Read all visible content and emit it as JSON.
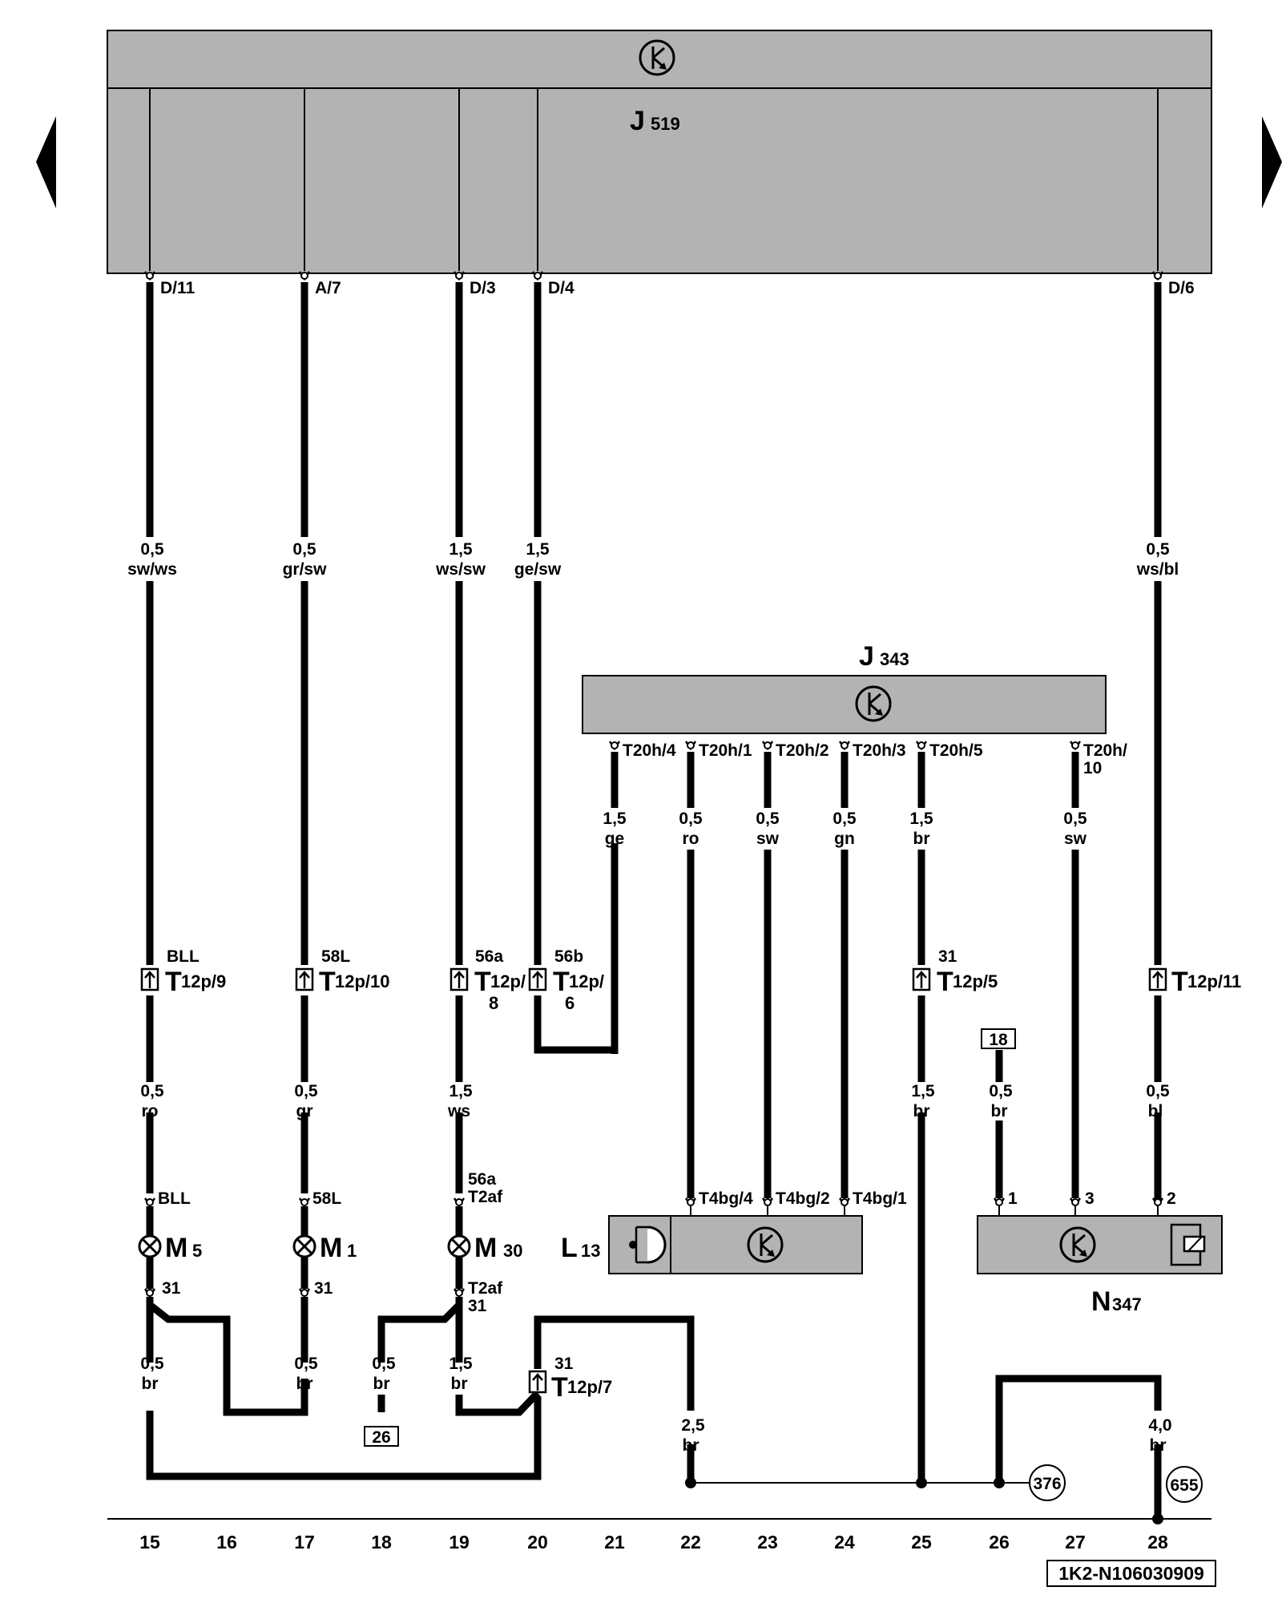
{
  "control_units": {
    "j519": {
      "letter": "J",
      "number": "519"
    },
    "j343": {
      "letter": "J",
      "number": "343"
    },
    "l13": {
      "letter": "L",
      "number": "13"
    },
    "n347": {
      "letter": "N",
      "number": "347"
    }
  },
  "j519_pins": [
    "D/11",
    "A/7",
    "D/3",
    "D/4",
    "D/6"
  ],
  "j343_pins": [
    "T20h/4",
    "T20h/1",
    "T20h/2",
    "T20h/3",
    "T20h/5",
    "T20h/",
    "10"
  ],
  "upper_wires": [
    {
      "gauge": "0,5",
      "color": "sw/ws"
    },
    {
      "gauge": "0,5",
      "color": "gr/sw"
    },
    {
      "gauge": "1,5",
      "color": "ws/sw"
    },
    {
      "gauge": "1,5",
      "color": "ge/sw"
    },
    {
      "gauge": "0,5",
      "color": "ws/bl"
    }
  ],
  "j343_wires": [
    {
      "gauge": "1,5",
      "color": "ge"
    },
    {
      "gauge": "0,5",
      "color": "ro"
    },
    {
      "gauge": "0,5",
      "color": "sw"
    },
    {
      "gauge": "0,5",
      "color": "gn"
    },
    {
      "gauge": "1,5",
      "color": "br"
    },
    {
      "gauge": "0,5",
      "color": "sw"
    }
  ],
  "connectors_t12p": [
    {
      "signal": "BLL",
      "main": "T",
      "sub": "12p/9",
      "sub2": ""
    },
    {
      "signal": "58L",
      "main": "T",
      "sub": "12p/10",
      "sub2": ""
    },
    {
      "signal": "56a",
      "main": "T",
      "sub": "12p/",
      "sub2": "8"
    },
    {
      "signal": "56b",
      "main": "T",
      "sub": "12p/",
      "sub2": "6"
    },
    {
      "signal": "31",
      "main": "T",
      "sub": "12p/5",
      "sub2": ""
    },
    {
      "signal": "",
      "main": "T",
      "sub": "12p/11",
      "sub2": ""
    },
    {
      "signal": "31",
      "main": "T",
      "sub": "12p/7",
      "sub2": ""
    }
  ],
  "lower_wires": [
    {
      "gauge": "0,5",
      "color": "ro"
    },
    {
      "gauge": "0,5",
      "color": "gr"
    },
    {
      "gauge": "1,5",
      "color": "ws"
    },
    {
      "gauge": "1,5",
      "color": "br"
    },
    {
      "gauge": "0,5",
      "color": "br"
    },
    {
      "gauge": "0,5",
      "color": "bl"
    }
  ],
  "ground_wires": [
    {
      "gauge": "0,5",
      "color": "br"
    },
    {
      "gauge": "0,5",
      "color": "br"
    },
    {
      "gauge": "0,5",
      "color": "br"
    },
    {
      "gauge": "1,5",
      "color": "br"
    },
    {
      "gauge": "2,5",
      "color": "br"
    },
    {
      "gauge": "4,0",
      "color": "br"
    }
  ],
  "bulbs": [
    {
      "letter": "M",
      "number": "5",
      "top_pin": "BLL",
      "bottom_pin": "31",
      "top_pin2": "",
      "bottom_pin2": ""
    },
    {
      "letter": "M",
      "number": "1",
      "top_pin": "58L",
      "bottom_pin": "31",
      "top_pin2": "",
      "bottom_pin2": ""
    },
    {
      "letter": "M",
      "number": "30",
      "top_pin": "56a",
      "bottom_pin": "T2af",
      "top_pin2": "T2af",
      "bottom_pin2": "31"
    }
  ],
  "device_pins": {
    "l13": [
      "T4bg/4",
      "T4bg/2",
      "T4bg/1"
    ],
    "n347": [
      "1",
      "3",
      "2"
    ]
  },
  "refs_box": [
    "18",
    "26"
  ],
  "refs_circle": [
    "376",
    "655"
  ],
  "track_numbers": [
    "15",
    "16",
    "17",
    "18",
    "19",
    "20",
    "21",
    "22",
    "23",
    "24",
    "25",
    "26",
    "27",
    "28"
  ],
  "diagram_id": "1K2-N106030909",
  "colors": {
    "component_fill": "#b3b3b3",
    "line": "#000000",
    "background": "#ffffff"
  },
  "icons": [
    "control-unit-icon",
    "lamp-icon",
    "fiber-bulb-icon",
    "relay-coil-icon",
    "arrow-left-icon",
    "arrow-right-icon"
  ]
}
